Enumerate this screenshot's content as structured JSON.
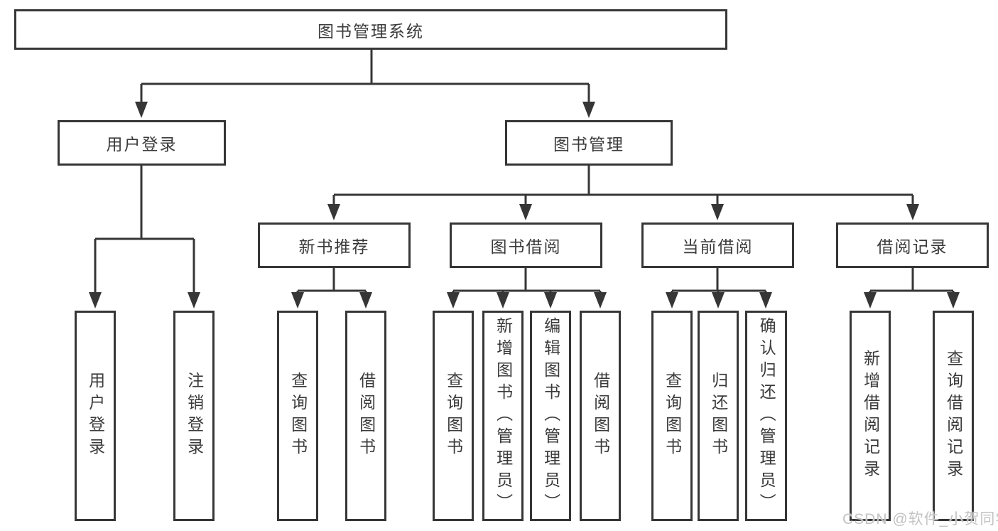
{
  "diagram": {
    "colors": {
      "line": "#363636",
      "box_border": "#363636",
      "box_background": "#ffffff",
      "text": "#3a3a3a",
      "watermark_text": "#c3c3c3"
    },
    "nodes": {
      "root": {
        "label": "图书管理系统"
      },
      "level2": [
        {
          "label": "用户登录"
        },
        {
          "label": "图书管理"
        }
      ],
      "level3": [
        {
          "label": "新书推荐",
          "parent": "图书管理"
        },
        {
          "label": "图书借阅",
          "parent": "图书管理"
        },
        {
          "label": "当前借阅",
          "parent": "图书管理"
        },
        {
          "label": "借阅记录",
          "parent": "图书管理"
        }
      ],
      "level4": [
        {
          "label": "用户登录",
          "parent": "用户登录"
        },
        {
          "label": "注销登录",
          "parent": "用户登录"
        },
        {
          "label": "查询图书",
          "parent": "新书推荐"
        },
        {
          "label": "借阅图书",
          "parent": "新书推荐"
        },
        {
          "label": "查询图书",
          "parent": "图书借阅"
        },
        {
          "label": "新增图书（管理员）",
          "parent": "图书借阅"
        },
        {
          "label": "编辑图书（管理员）",
          "parent": "图书借阅"
        },
        {
          "label": "借阅图书",
          "parent": "图书借阅"
        },
        {
          "label": "查询图书",
          "parent": "当前借阅"
        },
        {
          "label": "归还图书",
          "parent": "当前借阅"
        },
        {
          "label": "确认归还（管理员）",
          "parent": "当前借阅"
        },
        {
          "label": "新增借阅记录",
          "parent": "借阅记录"
        },
        {
          "label": "查询借阅记录",
          "parent": "借阅记录"
        }
      ]
    },
    "watermark": {
      "text": "CSDN @软件_小贺同学"
    }
  }
}
